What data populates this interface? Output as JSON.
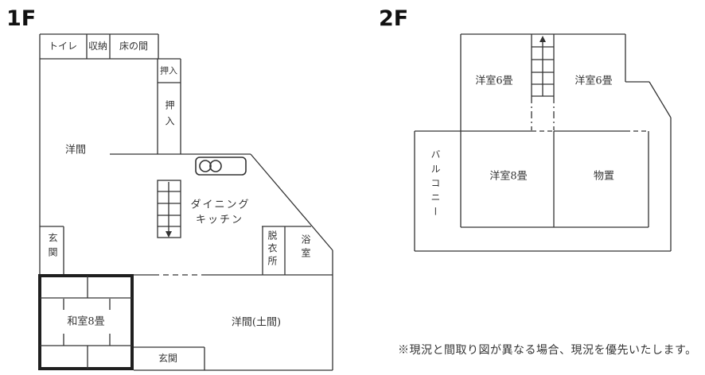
{
  "page": {
    "background": "#ffffff"
  },
  "colors": {
    "line": "#333333",
    "thick_line": "#1f1f1f",
    "text": "#333333",
    "title": "#111111"
  },
  "floor1": {
    "title": "1F",
    "labels": {
      "toilet": "トイレ",
      "storage": "収納",
      "tokonoma": "床の間",
      "closet_upper": "押入",
      "closet_lower": "押入",
      "western_room": "洋間",
      "dining_line1": "ダイニング",
      "dining_line2": "キッチン",
      "entrance_west": "玄関",
      "dressing_room": "脱衣所",
      "bathroom": "浴室",
      "japanese_room_8": "和室8畳",
      "western_room_doma": "洋間(土間)",
      "entrance_south": "玄関"
    }
  },
  "floor2": {
    "title": "2F",
    "labels": {
      "western_room6_left": "洋室6畳",
      "western_room6_right": "洋室6畳",
      "western_room8": "洋室8畳",
      "storage_room": "物置",
      "balcony": "バルコニー"
    }
  },
  "icons": {
    "stairs_down_arrow": "▼",
    "stairs_up_arrow": "▲",
    "stove_burners": "○○"
  },
  "footnote": "※現況と間取り図が異なる場合、現況を優先いたします。"
}
